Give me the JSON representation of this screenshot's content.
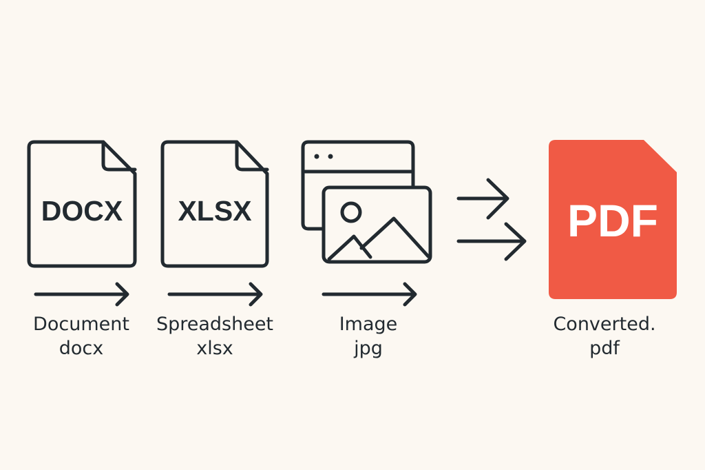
{
  "colors": {
    "background": "#fcf8f2",
    "stroke": "#222a30",
    "pdf_accent": "#f05a45"
  },
  "sources": [
    {
      "icon": "docx-file-icon",
      "badge": "DOCX",
      "label": "Document",
      "ext": "docx"
    },
    {
      "icon": "xlsx-file-icon",
      "badge": "XLSX",
      "label": "Spreadsheet",
      "ext": "xlsx"
    },
    {
      "icon": "image-file-icon",
      "label": "Image",
      "ext": "jpg"
    }
  ],
  "target": {
    "icon": "pdf-file-icon",
    "badge": "PDF",
    "label": "Converted.",
    "ext": "pdf"
  }
}
